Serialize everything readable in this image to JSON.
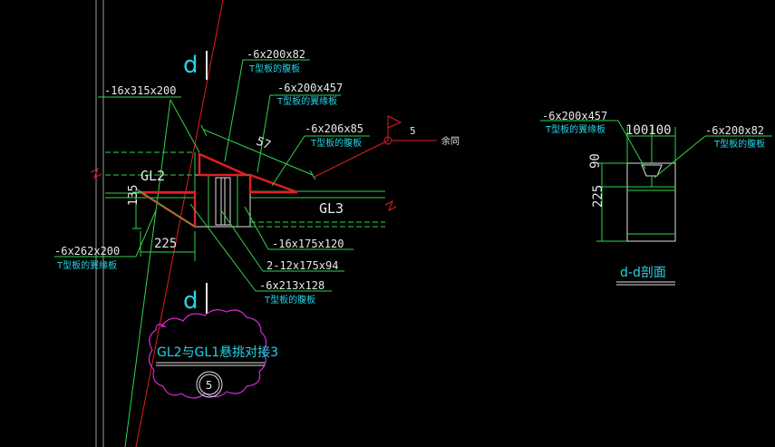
{
  "section_mark_top": "d",
  "section_mark_bottom": "d",
  "labels": {
    "plate_web_top_dim": "-6x200x82",
    "plate_web_top_name": "T型板的腹板",
    "plate_flange_mid_dim": "-6x200x457",
    "plate_flange_mid_name": "T型板的翼缘板",
    "plate_left_dim": "-16x315x200",
    "plate_206_dim": "-6x206x85",
    "plate_206_name": "T型板的腹板",
    "dim_57": "57",
    "gl2": "GL2",
    "gl3": "GL3",
    "dim_135": "135",
    "dim_225_h": "225",
    "plate_bottom_left_dim": "-6x262x200",
    "plate_bottom_left_name": "T型板的翼缘板",
    "plate_16x175": "-16x175x120",
    "plate_2x12": "2-12x175x94",
    "plate_213_dim": "-6x213x128",
    "plate_213_name": "T型板的腹板",
    "flag_number": "5",
    "flag_text": "余同"
  },
  "cloud": {
    "title": "GL2与GL1悬挑对接3",
    "number": "5"
  },
  "section": {
    "left_dim": "-6x200x457",
    "left_name": "T型板的翼缘板",
    "top_dim": "100100",
    "right_dim": "-6x200x82",
    "right_name": "T型板的腹板",
    "dim_90": "90",
    "dim_225": "225",
    "title": "d-d剖面"
  },
  "colors": {
    "background": "#000000",
    "green": "#31d34a",
    "cyan": "#26d4e6",
    "red": "#e02020",
    "magenta": "#d62ad6"
  }
}
